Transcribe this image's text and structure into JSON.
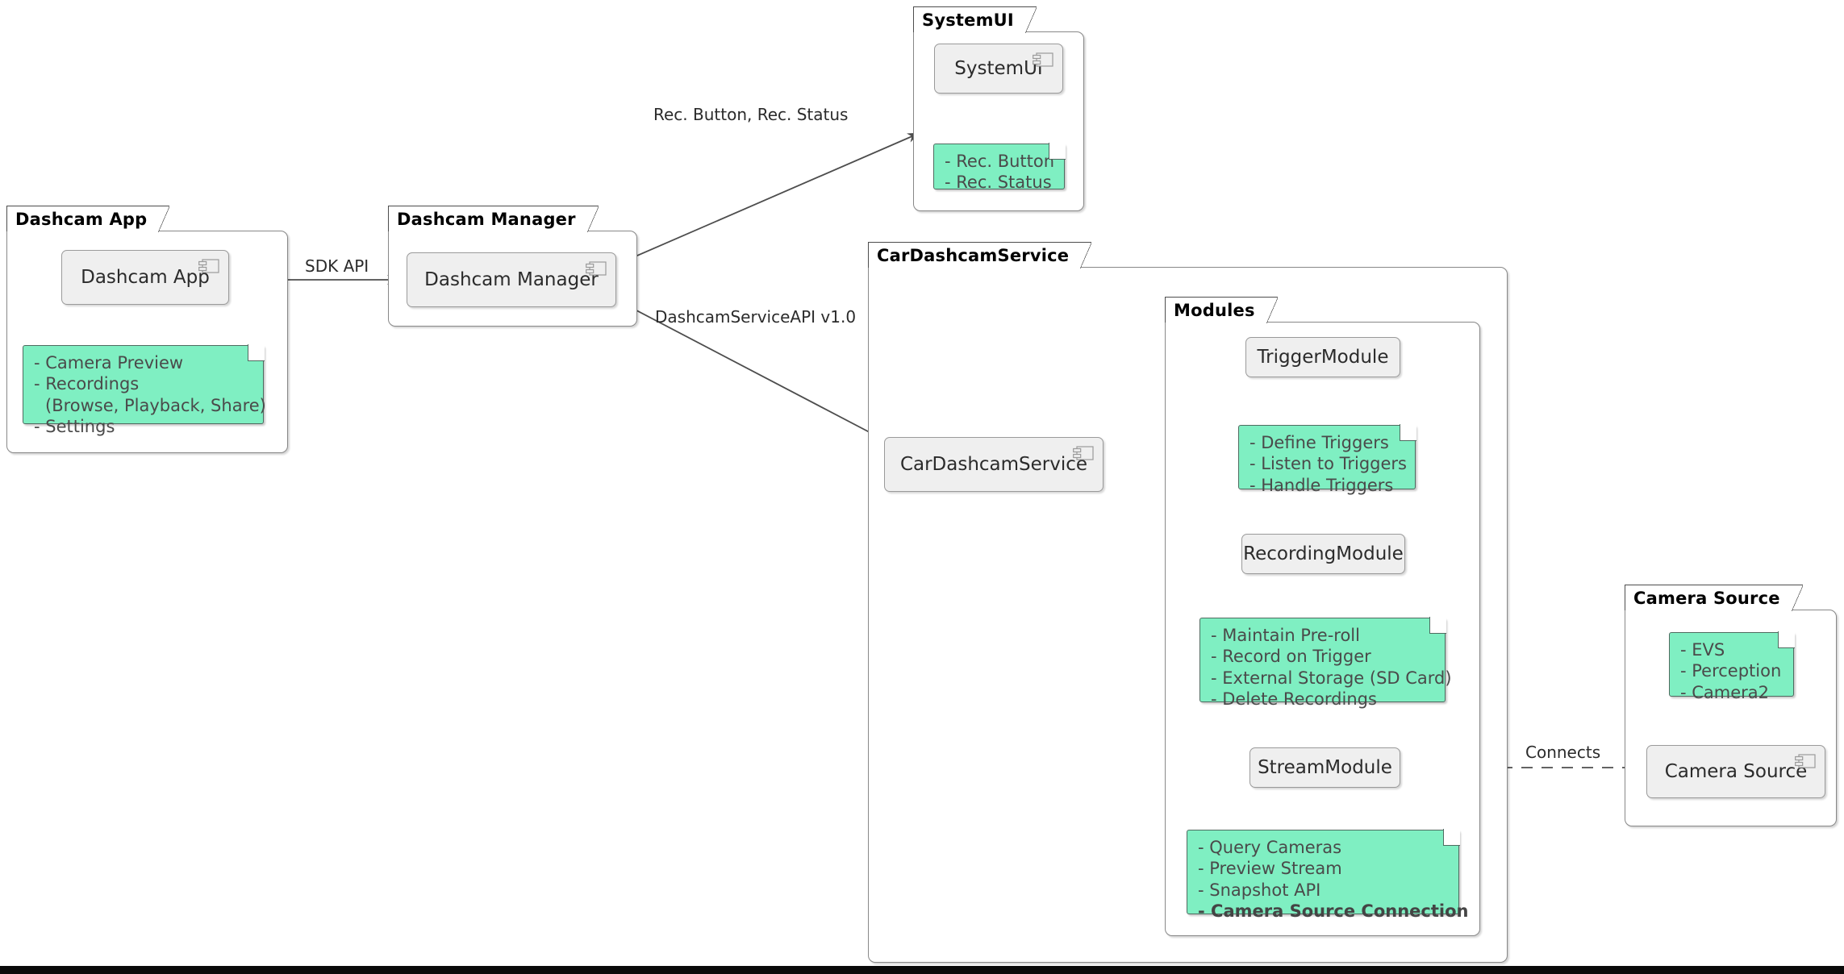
{
  "diagram": {
    "title": "Dashcam architecture component diagram",
    "colors": {
      "note_fill": "#7FEFC2",
      "note_border": "#4F6B60",
      "component_fill": "#EFEFEF",
      "component_border": "#9A9A9A",
      "package_border": "#888888",
      "text": "#2B2B2B",
      "note_text": "#4A4A4A",
      "edge": "#4D4D4D"
    }
  },
  "packages": [
    {
      "id": "dashcam-app",
      "label": "Dashcam App"
    },
    {
      "id": "dashcam-manager",
      "label": "Dashcam Manager"
    },
    {
      "id": "systemui",
      "label": "SystemUI"
    },
    {
      "id": "cardashcamservice",
      "label": "CarDashcamService"
    },
    {
      "id": "modules",
      "label": "Modules"
    },
    {
      "id": "camera-source",
      "label": "Camera Source"
    }
  ],
  "components": [
    {
      "id": "dashcam-app",
      "label": "Dashcam App",
      "icon": "uml-component-icon"
    },
    {
      "id": "dashcam-manager",
      "label": "Dashcam Manager",
      "icon": "uml-component-icon"
    },
    {
      "id": "systemui",
      "label": "SystemUI",
      "icon": "uml-component-icon"
    },
    {
      "id": "cardashcamservice",
      "label": "CarDashcamService",
      "icon": "uml-component-icon"
    },
    {
      "id": "triggermodule",
      "label": "TriggerModule",
      "icon": "none"
    },
    {
      "id": "recordingmodule",
      "label": "RecordingModule",
      "icon": "none"
    },
    {
      "id": "streammodule",
      "label": "StreamModule",
      "icon": "none"
    },
    {
      "id": "camera-source",
      "label": "Camera Source",
      "icon": "uml-component-icon"
    }
  ],
  "notes": [
    {
      "id": "note-dashcam-app",
      "attached_to": "dashcam-app",
      "lines": [
        {
          "text": "- Camera Preview",
          "bold": false,
          "indent": false
        },
        {
          "text": "- Recordings",
          "bold": false,
          "indent": false
        },
        {
          "text": "(Browse, Playback, Share)",
          "bold": false,
          "indent": true
        },
        {
          "text": "- Settings",
          "bold": false,
          "indent": false
        }
      ]
    },
    {
      "id": "note-systemui",
      "attached_to": "systemui",
      "lines": [
        {
          "text": "- Rec. Button",
          "bold": false,
          "indent": false
        },
        {
          "text": "- Rec. Status",
          "bold": false,
          "indent": false
        }
      ]
    },
    {
      "id": "note-triggermodule",
      "attached_to": "triggermodule",
      "lines": [
        {
          "text": "- Define Triggers",
          "bold": false,
          "indent": false
        },
        {
          "text": "- Listen to Triggers",
          "bold": false,
          "indent": false
        },
        {
          "text": "- Handle Triggers",
          "bold": false,
          "indent": false
        }
      ]
    },
    {
      "id": "note-recordingmodule",
      "attached_to": "recordingmodule",
      "lines": [
        {
          "text": "- Maintain Pre-roll",
          "bold": false,
          "indent": false
        },
        {
          "text": "- Record on Trigger",
          "bold": false,
          "indent": false
        },
        {
          "text": "- External Storage (SD Card)",
          "bold": false,
          "indent": false
        },
        {
          "text": "- Delete Recordings",
          "bold": false,
          "indent": false
        }
      ]
    },
    {
      "id": "note-streammodule",
      "attached_to": "streammodule",
      "lines": [
        {
          "text": "- Query Cameras",
          "bold": false,
          "indent": false
        },
        {
          "text": "- Preview Stream",
          "bold": false,
          "indent": false
        },
        {
          "text": "- Snapshot API",
          "bold": false,
          "indent": false
        },
        {
          "text": "- Camera Source Connection",
          "bold": true,
          "indent": false
        }
      ]
    },
    {
      "id": "note-camera-source",
      "attached_to": "camera-source",
      "lines": [
        {
          "text": "- EVS",
          "bold": false,
          "indent": false
        },
        {
          "text": "- Perception",
          "bold": false,
          "indent": false
        },
        {
          "text": "- Camera2",
          "bold": false,
          "indent": false
        }
      ]
    }
  ],
  "edges": [
    {
      "id": "edge-sdk-api",
      "from": "dashcam-app",
      "to": "dashcam-manager",
      "label": "SDK API",
      "style": "solid-arrow"
    },
    {
      "id": "edge-rec-status",
      "from": "dashcam-manager",
      "to": "systemui",
      "label": "Rec. Button, Rec. Status",
      "style": "solid-arrow"
    },
    {
      "id": "edge-service-api",
      "from": "dashcam-manager",
      "to": "cardashcamservice",
      "label": "DashcamServiceAPI v1.0",
      "style": "solid-arrow"
    },
    {
      "id": "edge-to-trigger",
      "from": "cardashcamservice",
      "to": "triggermodule",
      "label": "",
      "style": "solid-arrow"
    },
    {
      "id": "edge-to-recording",
      "from": "cardashcamservice",
      "to": "recordingmodule",
      "label": "",
      "style": "solid-arrow"
    },
    {
      "id": "edge-to-stream",
      "from": "cardashcamservice",
      "to": "streammodule",
      "label": "",
      "style": "solid-arrow"
    },
    {
      "id": "edge-connects",
      "from": "streammodule",
      "to": "camera-source",
      "label": "Connects",
      "style": "dashed"
    }
  ]
}
